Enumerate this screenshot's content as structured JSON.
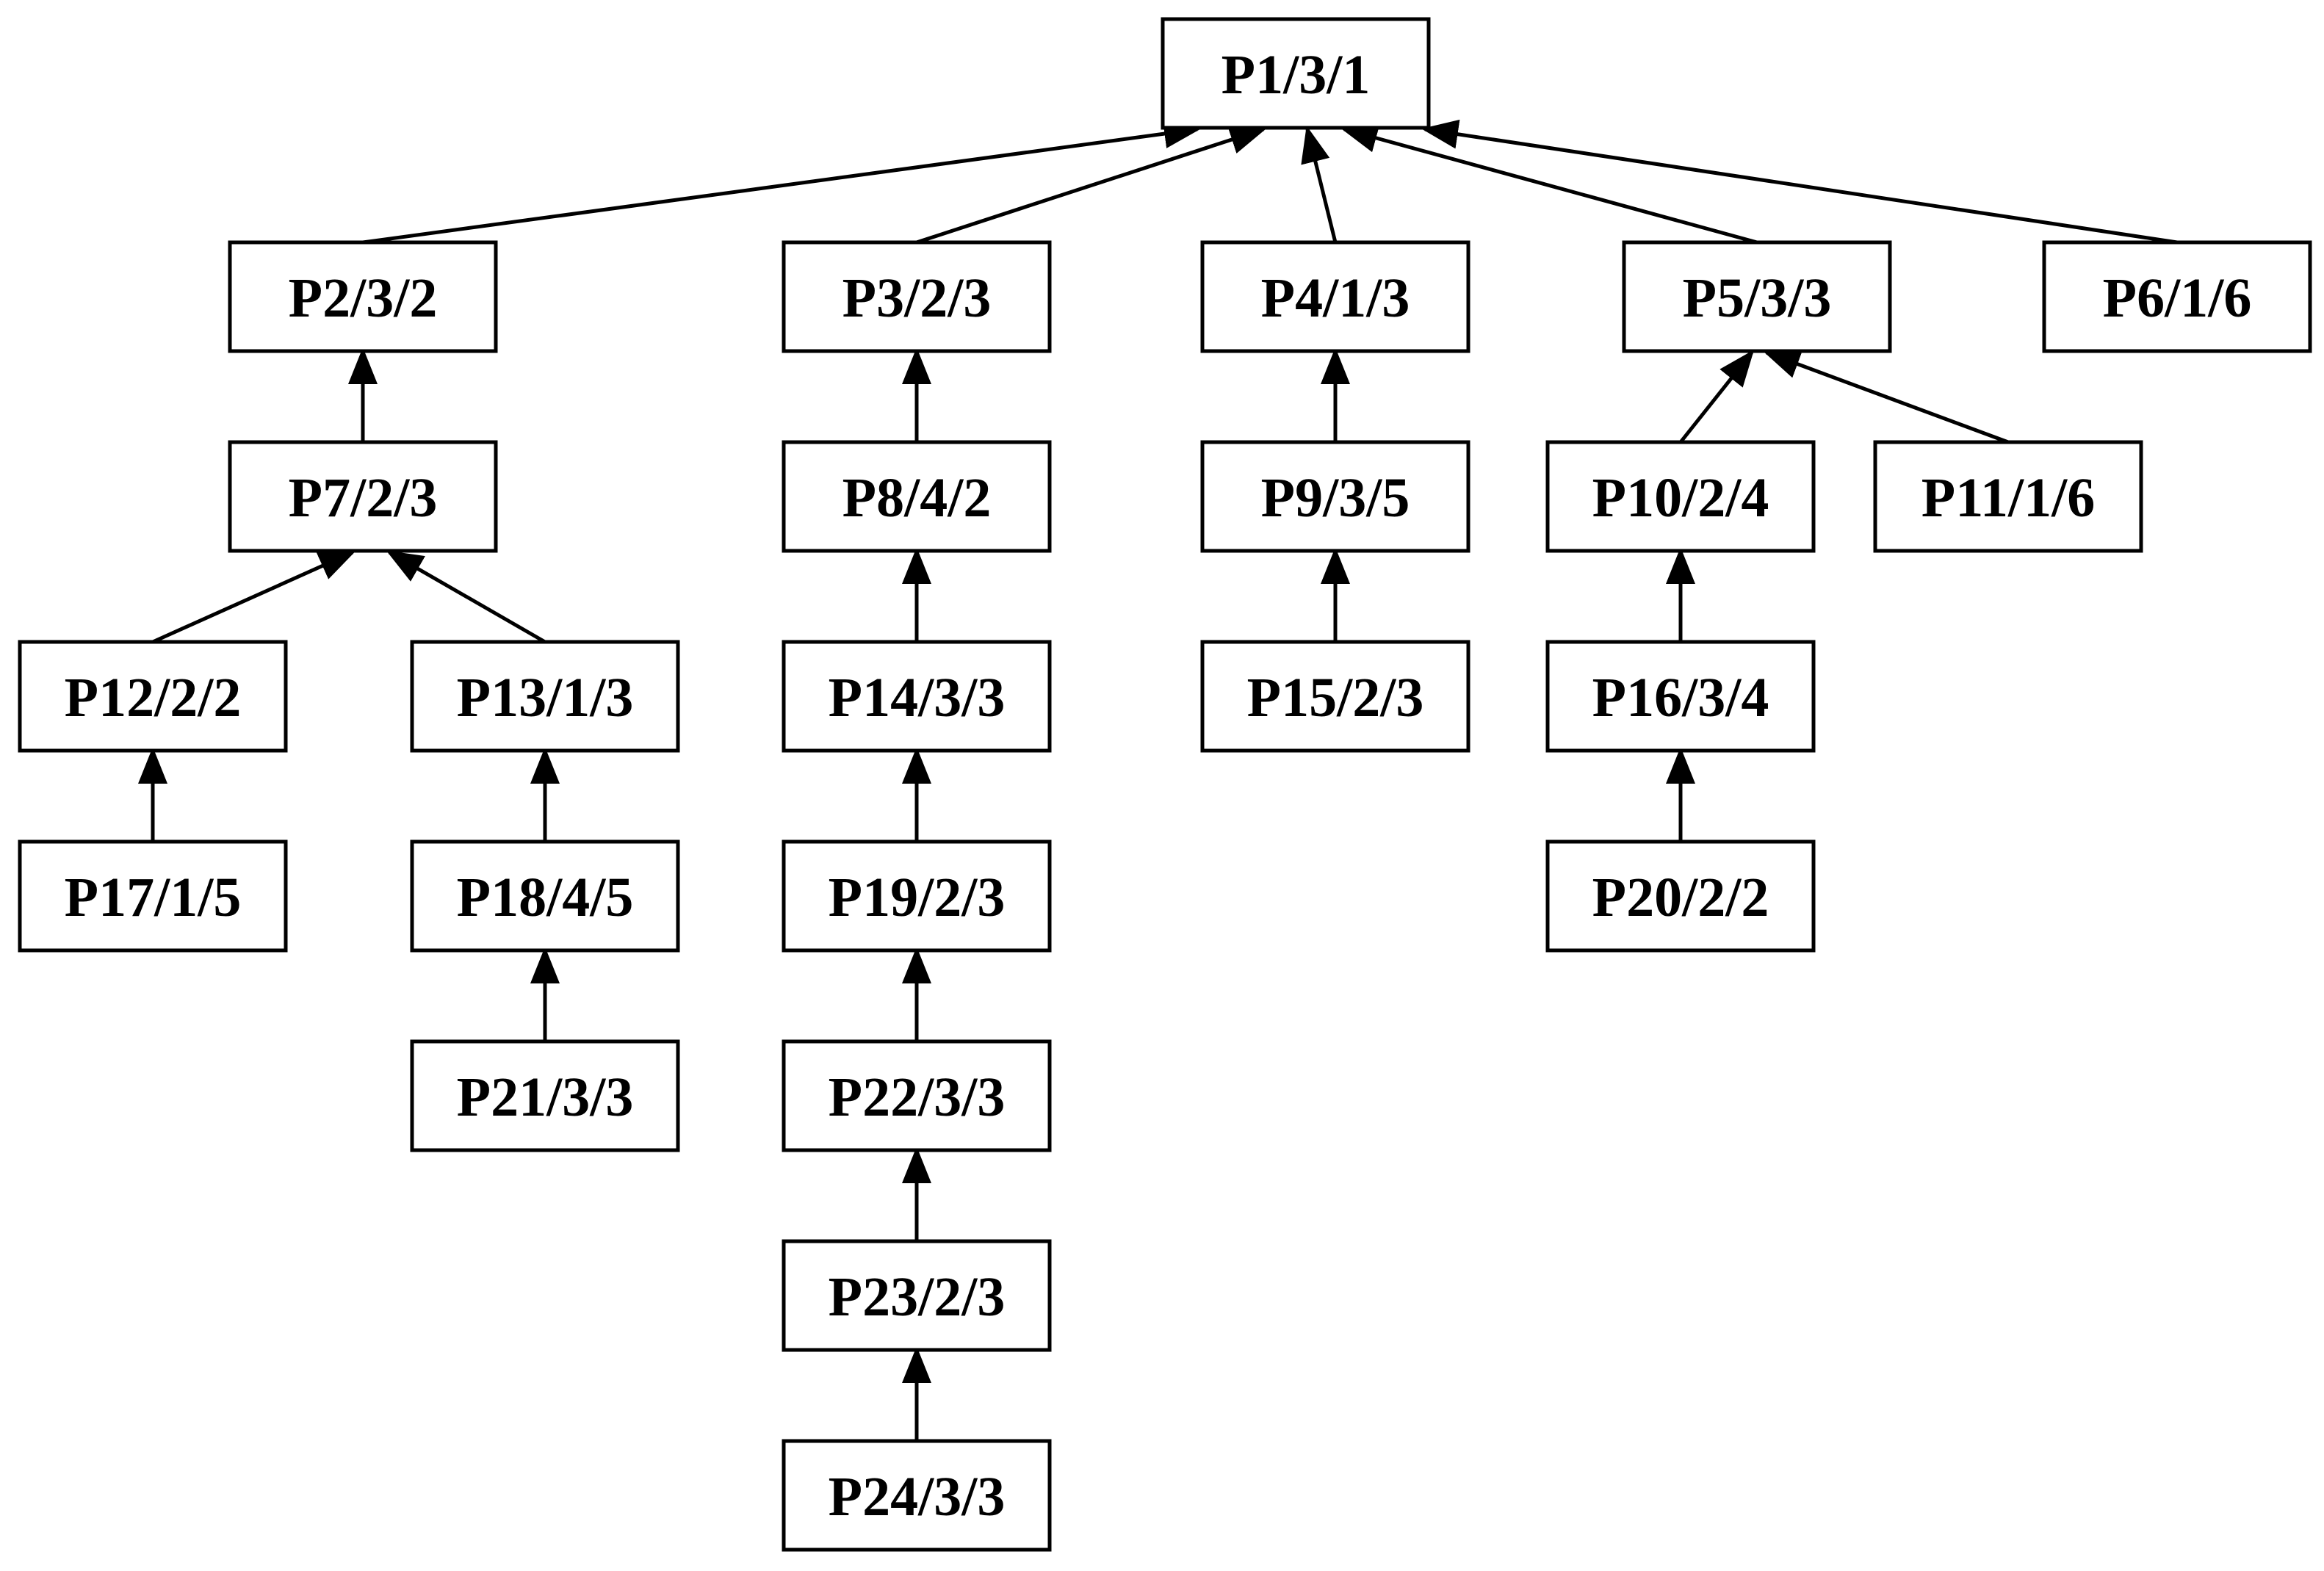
{
  "diagram": {
    "nodes": [
      {
        "id": "P1",
        "label": "P1/3/1"
      },
      {
        "id": "P2",
        "label": "P2/3/2"
      },
      {
        "id": "P3",
        "label": "P3/2/3"
      },
      {
        "id": "P4",
        "label": "P4/1/3"
      },
      {
        "id": "P5",
        "label": "P5/3/3"
      },
      {
        "id": "P6",
        "label": "P6/1/6"
      },
      {
        "id": "P7",
        "label": "P7/2/3"
      },
      {
        "id": "P8",
        "label": "P8/4/2"
      },
      {
        "id": "P9",
        "label": "P9/3/5"
      },
      {
        "id": "P10",
        "label": "P10/2/4"
      },
      {
        "id": "P11",
        "label": "P11/1/6"
      },
      {
        "id": "P12",
        "label": "P12/2/2"
      },
      {
        "id": "P13",
        "label": "P13/1/3"
      },
      {
        "id": "P14",
        "label": "P14/3/3"
      },
      {
        "id": "P15",
        "label": "P15/2/3"
      },
      {
        "id": "P16",
        "label": "P16/3/4"
      },
      {
        "id": "P17",
        "label": "P17/1/5"
      },
      {
        "id": "P18",
        "label": "P18/4/5"
      },
      {
        "id": "P19",
        "label": "P19/2/3"
      },
      {
        "id": "P20",
        "label": "P20/2/2"
      },
      {
        "id": "P21",
        "label": "P21/3/3"
      },
      {
        "id": "P22",
        "label": "P22/3/3"
      },
      {
        "id": "P23",
        "label": "P23/2/3"
      },
      {
        "id": "P24",
        "label": "P24/3/3"
      }
    ],
    "edges": [
      {
        "from": "P2",
        "to": "P1"
      },
      {
        "from": "P3",
        "to": "P1"
      },
      {
        "from": "P4",
        "to": "P1"
      },
      {
        "from": "P5",
        "to": "P1"
      },
      {
        "from": "P6",
        "to": "P1"
      },
      {
        "from": "P7",
        "to": "P2"
      },
      {
        "from": "P8",
        "to": "P3"
      },
      {
        "from": "P9",
        "to": "P4"
      },
      {
        "from": "P10",
        "to": "P5"
      },
      {
        "from": "P11",
        "to": "P5"
      },
      {
        "from": "P12",
        "to": "P7"
      },
      {
        "from": "P13",
        "to": "P7"
      },
      {
        "from": "P14",
        "to": "P8"
      },
      {
        "from": "P15",
        "to": "P9"
      },
      {
        "from": "P16",
        "to": "P10"
      },
      {
        "from": "P17",
        "to": "P12"
      },
      {
        "from": "P18",
        "to": "P13"
      },
      {
        "from": "P19",
        "to": "P14"
      },
      {
        "from": "P20",
        "to": "P16"
      },
      {
        "from": "P21",
        "to": "P18"
      },
      {
        "from": "P22",
        "to": "P19"
      },
      {
        "from": "P23",
        "to": "P22"
      },
      {
        "from": "P24",
        "to": "P23"
      }
    ]
  }
}
